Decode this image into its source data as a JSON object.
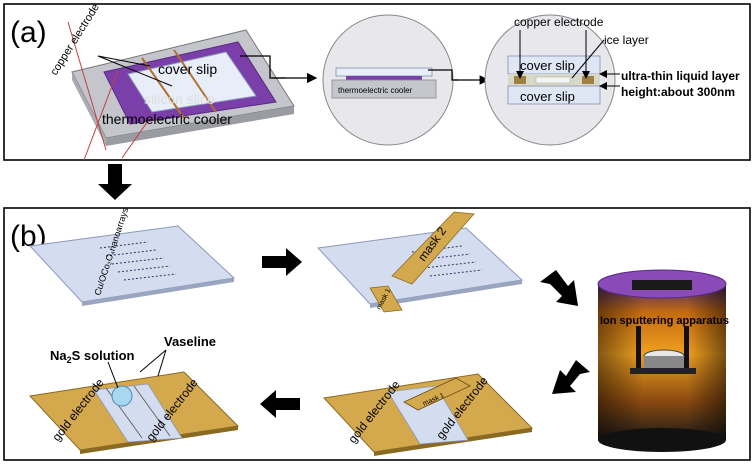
{
  "panel_a": {
    "label": "(a)",
    "copper_electrode_left": "copper electrode",
    "cover_slip_main": "cover slip",
    "silicon_slice": "silicon slice",
    "thermoelectric_cooler": "thermoelectric cooler",
    "circle1_thermoelectric_cooler": "thermoelectric cooler",
    "copper_electrode_right": "copper electrode",
    "ice_layer": "ice layer",
    "cover_slip_top": "cover slip",
    "cover_slip_bottom": "cover slip",
    "ultra_thin_liquid_layer": "ultra-thin liquid layer",
    "height": "height:about 300nm"
  },
  "panel_b": {
    "label": "(b)",
    "nanoarrays": "Cu/OCo₂O₄nanoarrays",
    "mask_2": "mask 2",
    "mask_1_step2": "mask 1",
    "ion_sputtering": "Ion sputtering apparatus",
    "mask_1_step3": "mask 1",
    "gold_electrode_s3_left": "gold electrode",
    "gold_electrode_s3_right": "gold electrode",
    "gold_electrode_s4_left": "gold electrode",
    "gold_electrode_s4_right": "gold electrode",
    "na2s_solution_main": "Na",
    "na2s_solution_sub": "2",
    "na2s_solution_tail": "S solution",
    "vaseline": "Vaseline"
  },
  "colors": {
    "purple": "#7a3fa8",
    "gold": "#d4a94e",
    "slide_blue": "#c6d3e8",
    "apparatus_orange": "#e8951a"
  }
}
